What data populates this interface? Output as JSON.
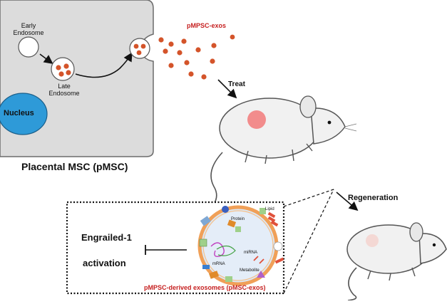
{
  "cell": {
    "early_endosome": [
      "Early",
      "Endosome"
    ],
    "late_endosome": [
      "Late",
      "Endosome"
    ],
    "nucleus": "Nucleus",
    "caption": "Placental MSC (pMSC)"
  },
  "exosomes_label": "pMPSC-exos",
  "treat_label": "Treat",
  "regeneration_label": "Regeneration",
  "inset": {
    "effect": [
      "Engrailed-1",
      "activation"
    ],
    "cargo": {
      "lipid": "Lipid",
      "protein": "Protein",
      "mirna": "miRNA",
      "mrna": "mRNA",
      "metabolite": "Metabolite"
    },
    "caption": "pMPSC-derived exosomes (pMSC-exos)"
  },
  "colors": {
    "cell_fill": "#dcdcdc",
    "nucleus": "#2e9ad8",
    "exosome": "#d4542a",
    "highlight_red": "#c62020",
    "wound": "#f28c8c"
  }
}
